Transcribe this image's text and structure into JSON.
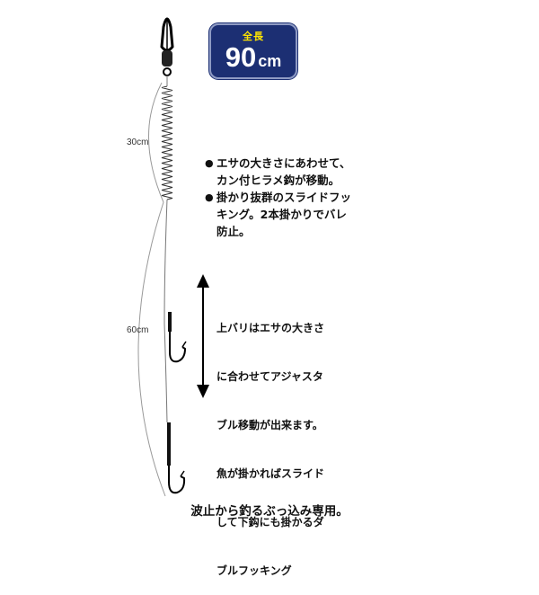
{
  "badge": {
    "label": "全長",
    "value": "90",
    "unit": "cm"
  },
  "segments": {
    "upper_length": "30cm",
    "lower_length": "60cm"
  },
  "features": [
    "エサの大きさにあわせて、\nカン付ヒラメ鈎が移動。",
    "掛かり抜群のスライドフッ\nキング。2本掛かりでバレ\n防止。"
  ],
  "bullet_symbol": "●",
  "description_lines": [
    "上バリはエサの大きさ",
    "に合わせてアジャスタ",
    "ブル移動が出来ます。",
    "魚が掛かればスライド",
    "して下鈎にも掛かるダ",
    "ブルフッキング"
  ],
  "caption": "波止から釣るぶっ込み専用。",
  "colors": {
    "badge_bg": "#1c2f73",
    "badge_label": "#ffe400",
    "line": "#555555",
    "hook": "#000000"
  }
}
